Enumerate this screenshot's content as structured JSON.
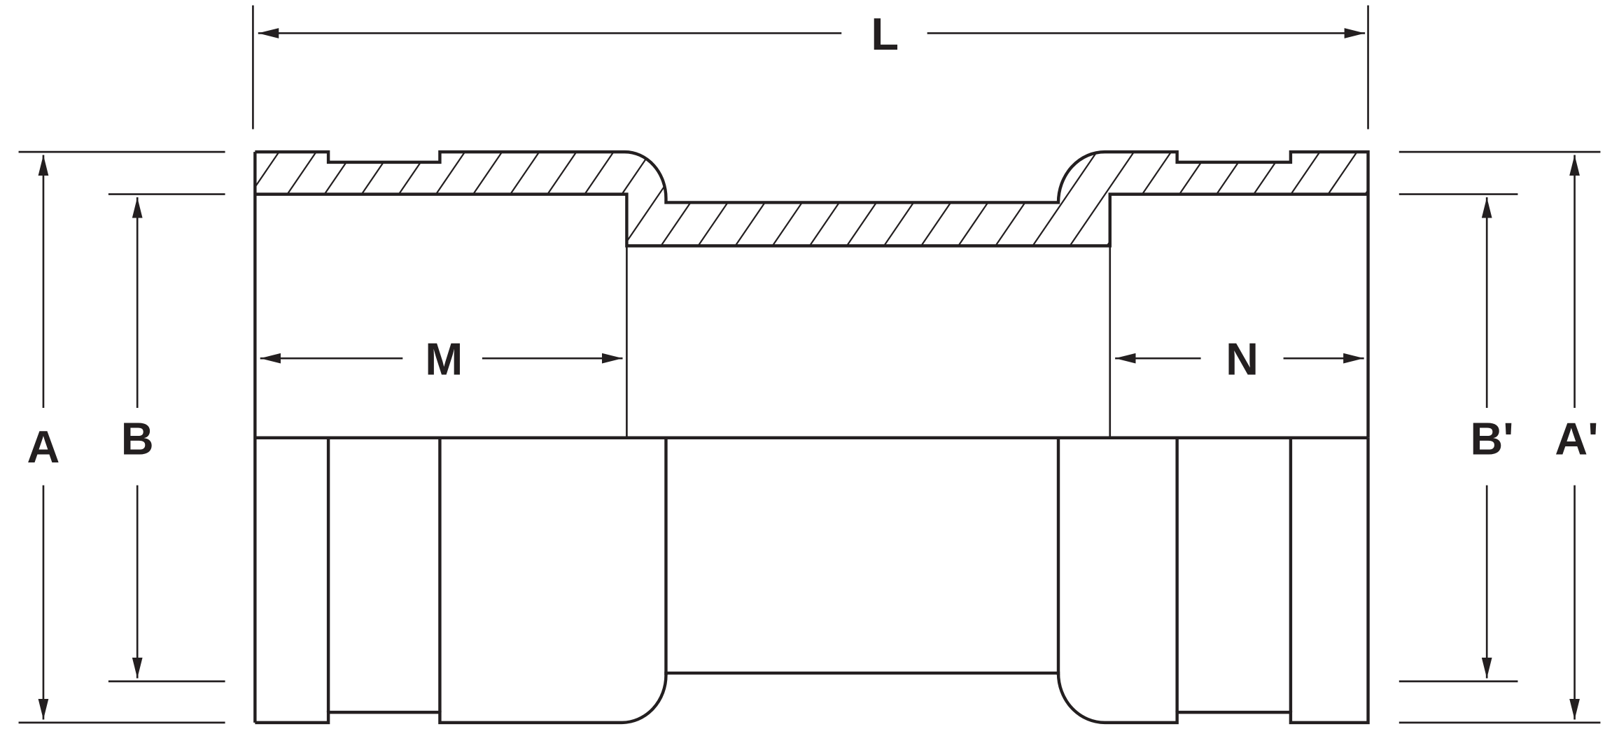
{
  "diagram": {
    "labels": {
      "L": "L",
      "M": "M",
      "N": "N",
      "A": "A",
      "B": "B",
      "A_prime": "A'",
      "B_prime": "B'"
    },
    "colors": {
      "line": "#231f20",
      "background": "#ffffff"
    }
  }
}
